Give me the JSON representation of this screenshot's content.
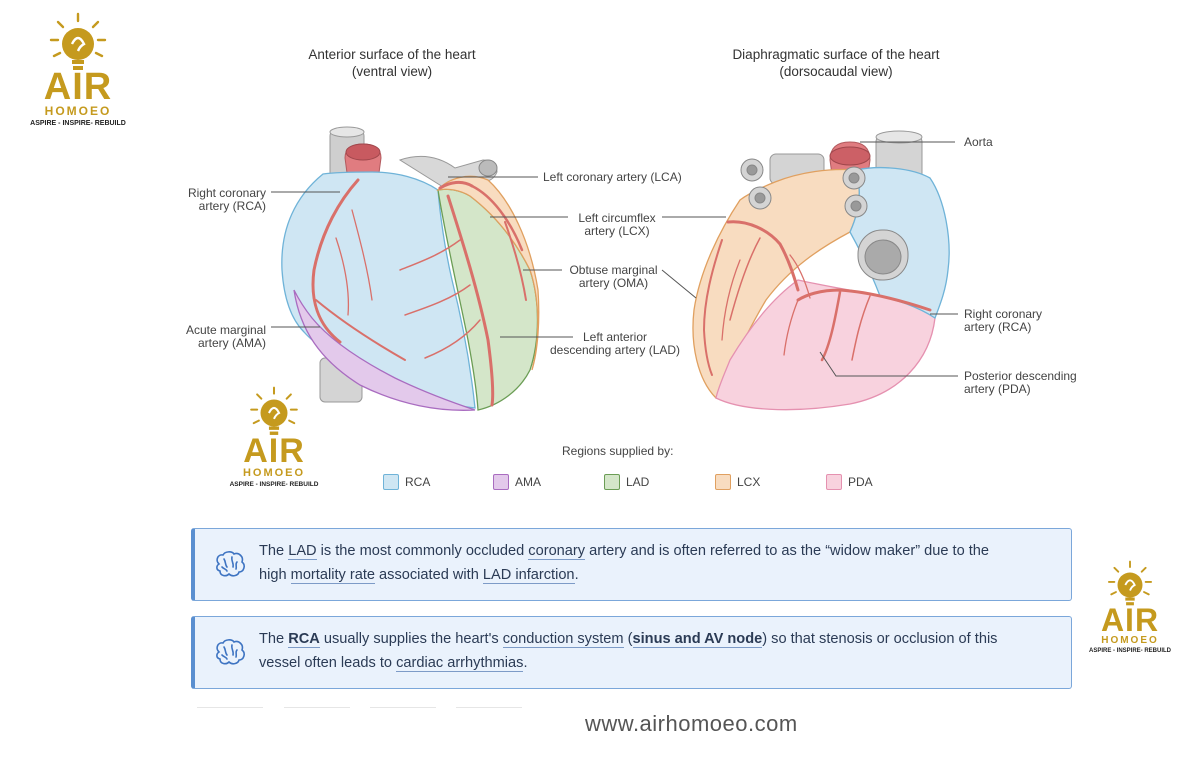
{
  "brand": {
    "name": "AIR",
    "sub": "HOMOEO",
    "tagline": "ASPIRE - INSPIRE- REBUILD",
    "url": "www.airhomoeo.com",
    "color": "#c59a1e"
  },
  "views": {
    "anterior": {
      "title_line1": "Anterior surface of the heart",
      "title_line2": "(ventral view)"
    },
    "posterior": {
      "title_line1": "Diaphragmatic surface of the heart",
      "title_line2": "(dorsocaudal view)"
    }
  },
  "labels": {
    "rca_left": {
      "l1": "Right coronary",
      "l2": "artery (RCA)"
    },
    "ama": {
      "l1": "Acute marginal",
      "l2": "artery (AMA)"
    },
    "lca": {
      "l1": "Left coronary artery (LCA)"
    },
    "lcx": {
      "l1": "Left circumflex",
      "l2": "artery (LCX)"
    },
    "oma": {
      "l1": "Obtuse marginal",
      "l2": "artery (OMA)"
    },
    "lad": {
      "l1": "Left anterior",
      "l2": "descending artery (LAD)"
    },
    "aorta": {
      "l1": "Aorta"
    },
    "rca_right": {
      "l1": "Right coronary",
      "l2": "artery (RCA)"
    },
    "pda": {
      "l1": "Posterior descending",
      "l2": "artery (PDA)"
    }
  },
  "legend": {
    "title": "Regions supplied by:",
    "items": [
      {
        "label": "RCA",
        "fill": "#cfe6f3",
        "border": "#6fb3d8"
      },
      {
        "label": "AMA",
        "fill": "#e3c9eb",
        "border": "#a96cc0"
      },
      {
        "label": "LAD",
        "fill": "#d4e6c9",
        "border": "#6b9d55"
      },
      {
        "label": "LCX",
        "fill": "#f8dcc0",
        "border": "#e0a060"
      },
      {
        "label": "PDA",
        "fill": "#f8d2de",
        "border": "#e591b0"
      }
    ]
  },
  "callouts": [
    {
      "p1": "The ",
      "lad": "LAD",
      "p2": " is the most commonly occluded ",
      "coronary": "coronary",
      "p3": " artery and is often referred to as the “widow maker” due to the",
      "p4": "high ",
      "mortality": "mortality rate",
      "p5": " associated with ",
      "infarction": "LAD infarction",
      "p6": "."
    },
    {
      "p1": "The ",
      "rca": "RCA",
      "p2": " usually supplies the heart's ",
      "conduction": "conduction system",
      "p3": " (",
      "nodes": "sinus and AV node",
      "p4": ") so that stenosis or occlusion of this",
      "p5": "vessel often leads to ",
      "arrhythmias": "cardiac arrhythmias",
      "p6": "."
    }
  ]
}
